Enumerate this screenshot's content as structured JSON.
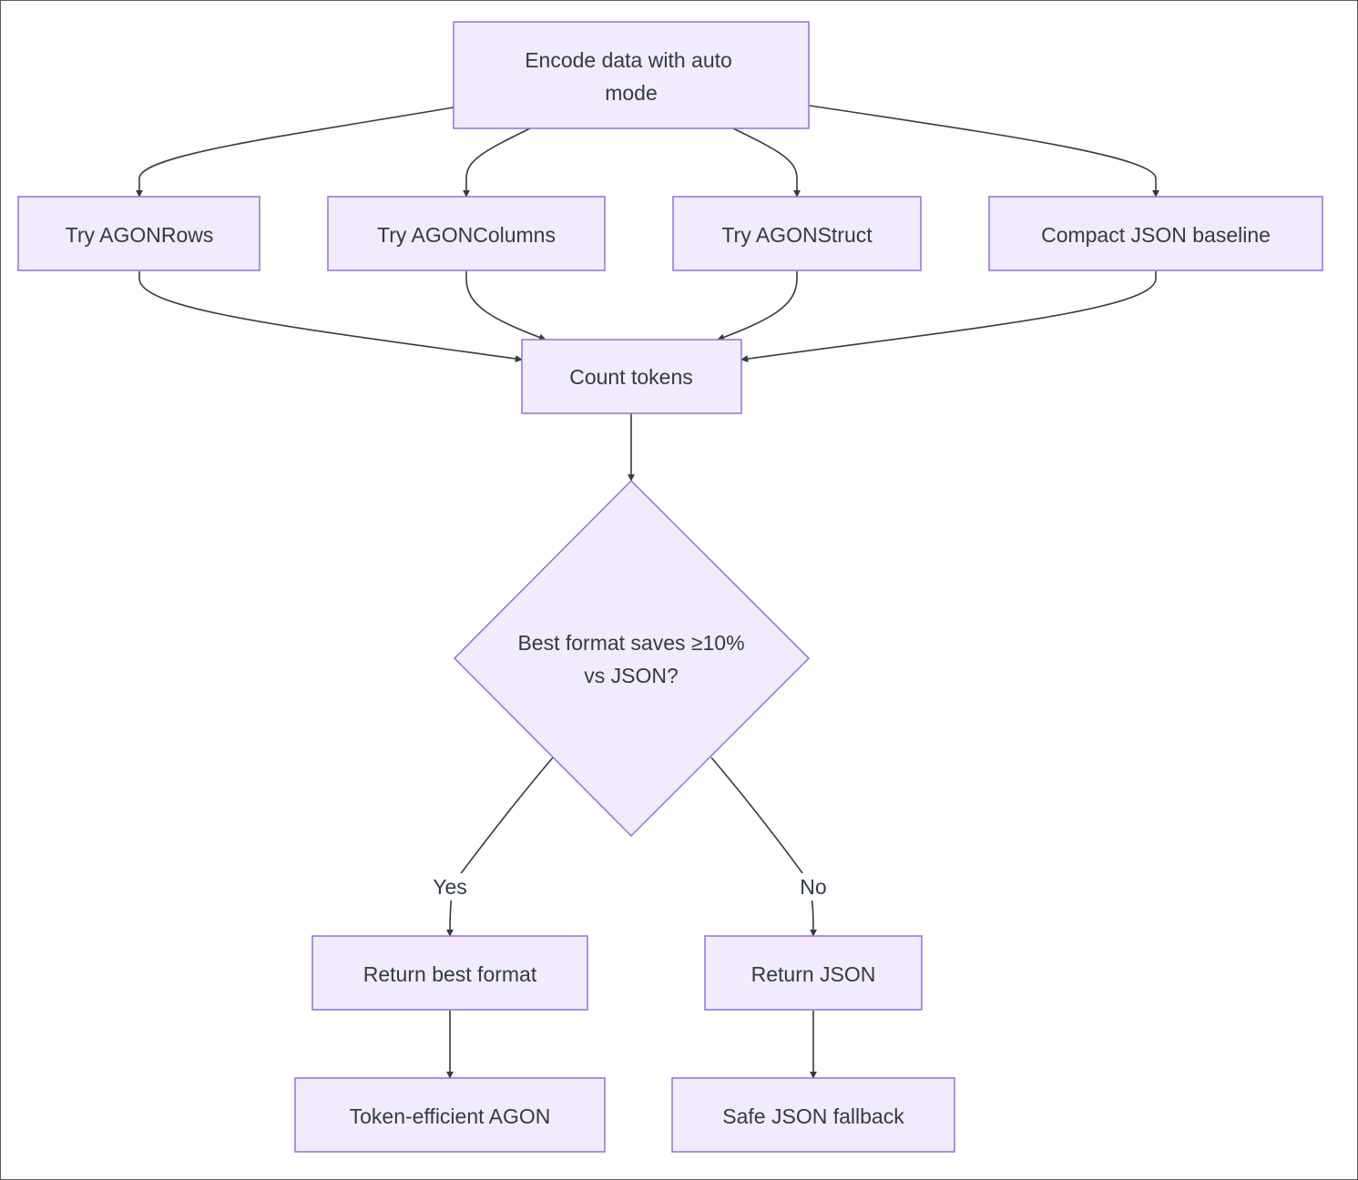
{
  "nodes": {
    "encode": {
      "lines": [
        "Encode data with auto",
        "mode"
      ]
    },
    "try_rows": {
      "text": "Try AGONRows"
    },
    "try_columns": {
      "text": "Try AGONColumns"
    },
    "try_struct": {
      "text": "Try AGONStruct"
    },
    "json_baseline": {
      "text": "Compact JSON baseline"
    },
    "count_tokens": {
      "text": "Count tokens"
    },
    "decision": {
      "lines": [
        "Best format saves ≥10%",
        "vs JSON?"
      ]
    },
    "return_best": {
      "text": "Return best format"
    },
    "return_json": {
      "text": "Return JSON"
    },
    "token_efficient": {
      "text": "Token-efficient AGON"
    },
    "safe_fallback": {
      "text": "Safe JSON fallback"
    }
  },
  "edge_labels": {
    "yes": "Yes",
    "no": "No"
  },
  "colors": {
    "node_fill": "#f1ebfd",
    "node_stroke": "#9370db",
    "edge": "#333a47",
    "text": "#333a47"
  }
}
